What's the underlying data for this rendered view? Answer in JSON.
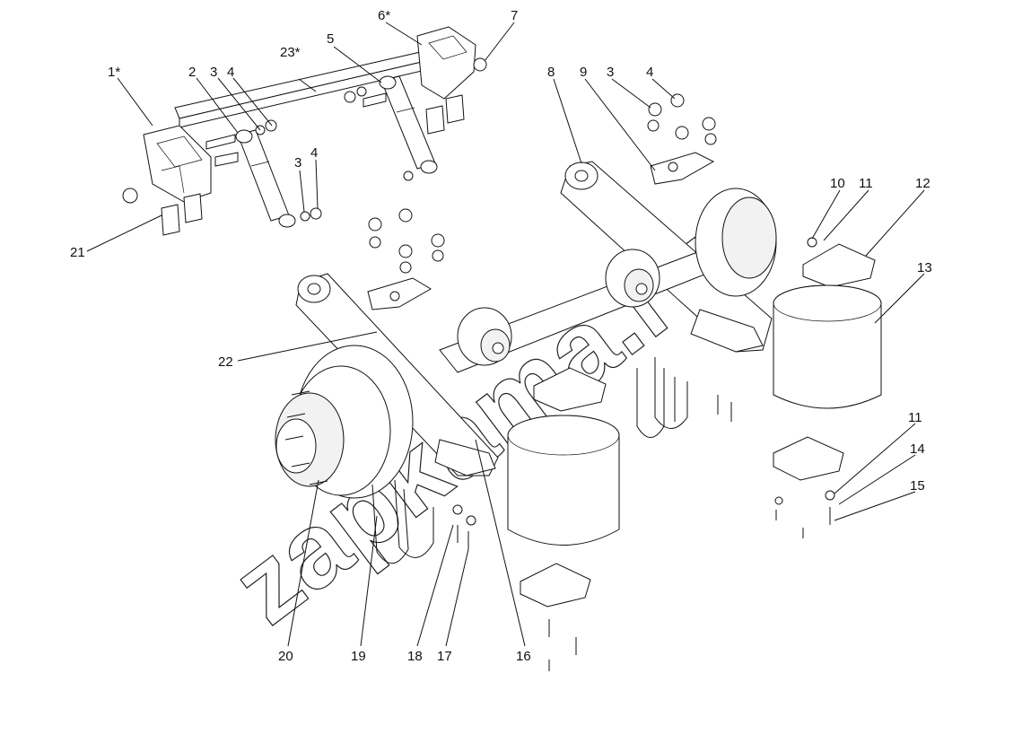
{
  "diagram": {
    "callouts": [
      {
        "id": "c1",
        "text": "1*"
      },
      {
        "id": "c2",
        "text": "2"
      },
      {
        "id": "c3a",
        "text": "3"
      },
      {
        "id": "c4a",
        "text": "4"
      },
      {
        "id": "c23",
        "text": "23*"
      },
      {
        "id": "c5",
        "text": "5"
      },
      {
        "id": "c6",
        "text": "6*"
      },
      {
        "id": "c7",
        "text": "7"
      },
      {
        "id": "c3b",
        "text": "3"
      },
      {
        "id": "c4b",
        "text": "4"
      },
      {
        "id": "c21",
        "text": "21"
      },
      {
        "id": "c8",
        "text": "8"
      },
      {
        "id": "c9",
        "text": "9"
      },
      {
        "id": "c3c",
        "text": "3"
      },
      {
        "id": "c4c",
        "text": "4"
      },
      {
        "id": "c10",
        "text": "10"
      },
      {
        "id": "c11a",
        "text": "11"
      },
      {
        "id": "c12",
        "text": "12"
      },
      {
        "id": "c13",
        "text": "13"
      },
      {
        "id": "c22",
        "text": "22"
      },
      {
        "id": "c11b",
        "text": "11"
      },
      {
        "id": "c14",
        "text": "14"
      },
      {
        "id": "c15",
        "text": "15"
      },
      {
        "id": "c20",
        "text": "20"
      },
      {
        "id": "c19",
        "text": "19"
      },
      {
        "id": "c18",
        "text": "18"
      },
      {
        "id": "c17",
        "text": "17"
      },
      {
        "id": "c16",
        "text": "16"
      }
    ],
    "watermark": "zapkama.ru"
  }
}
